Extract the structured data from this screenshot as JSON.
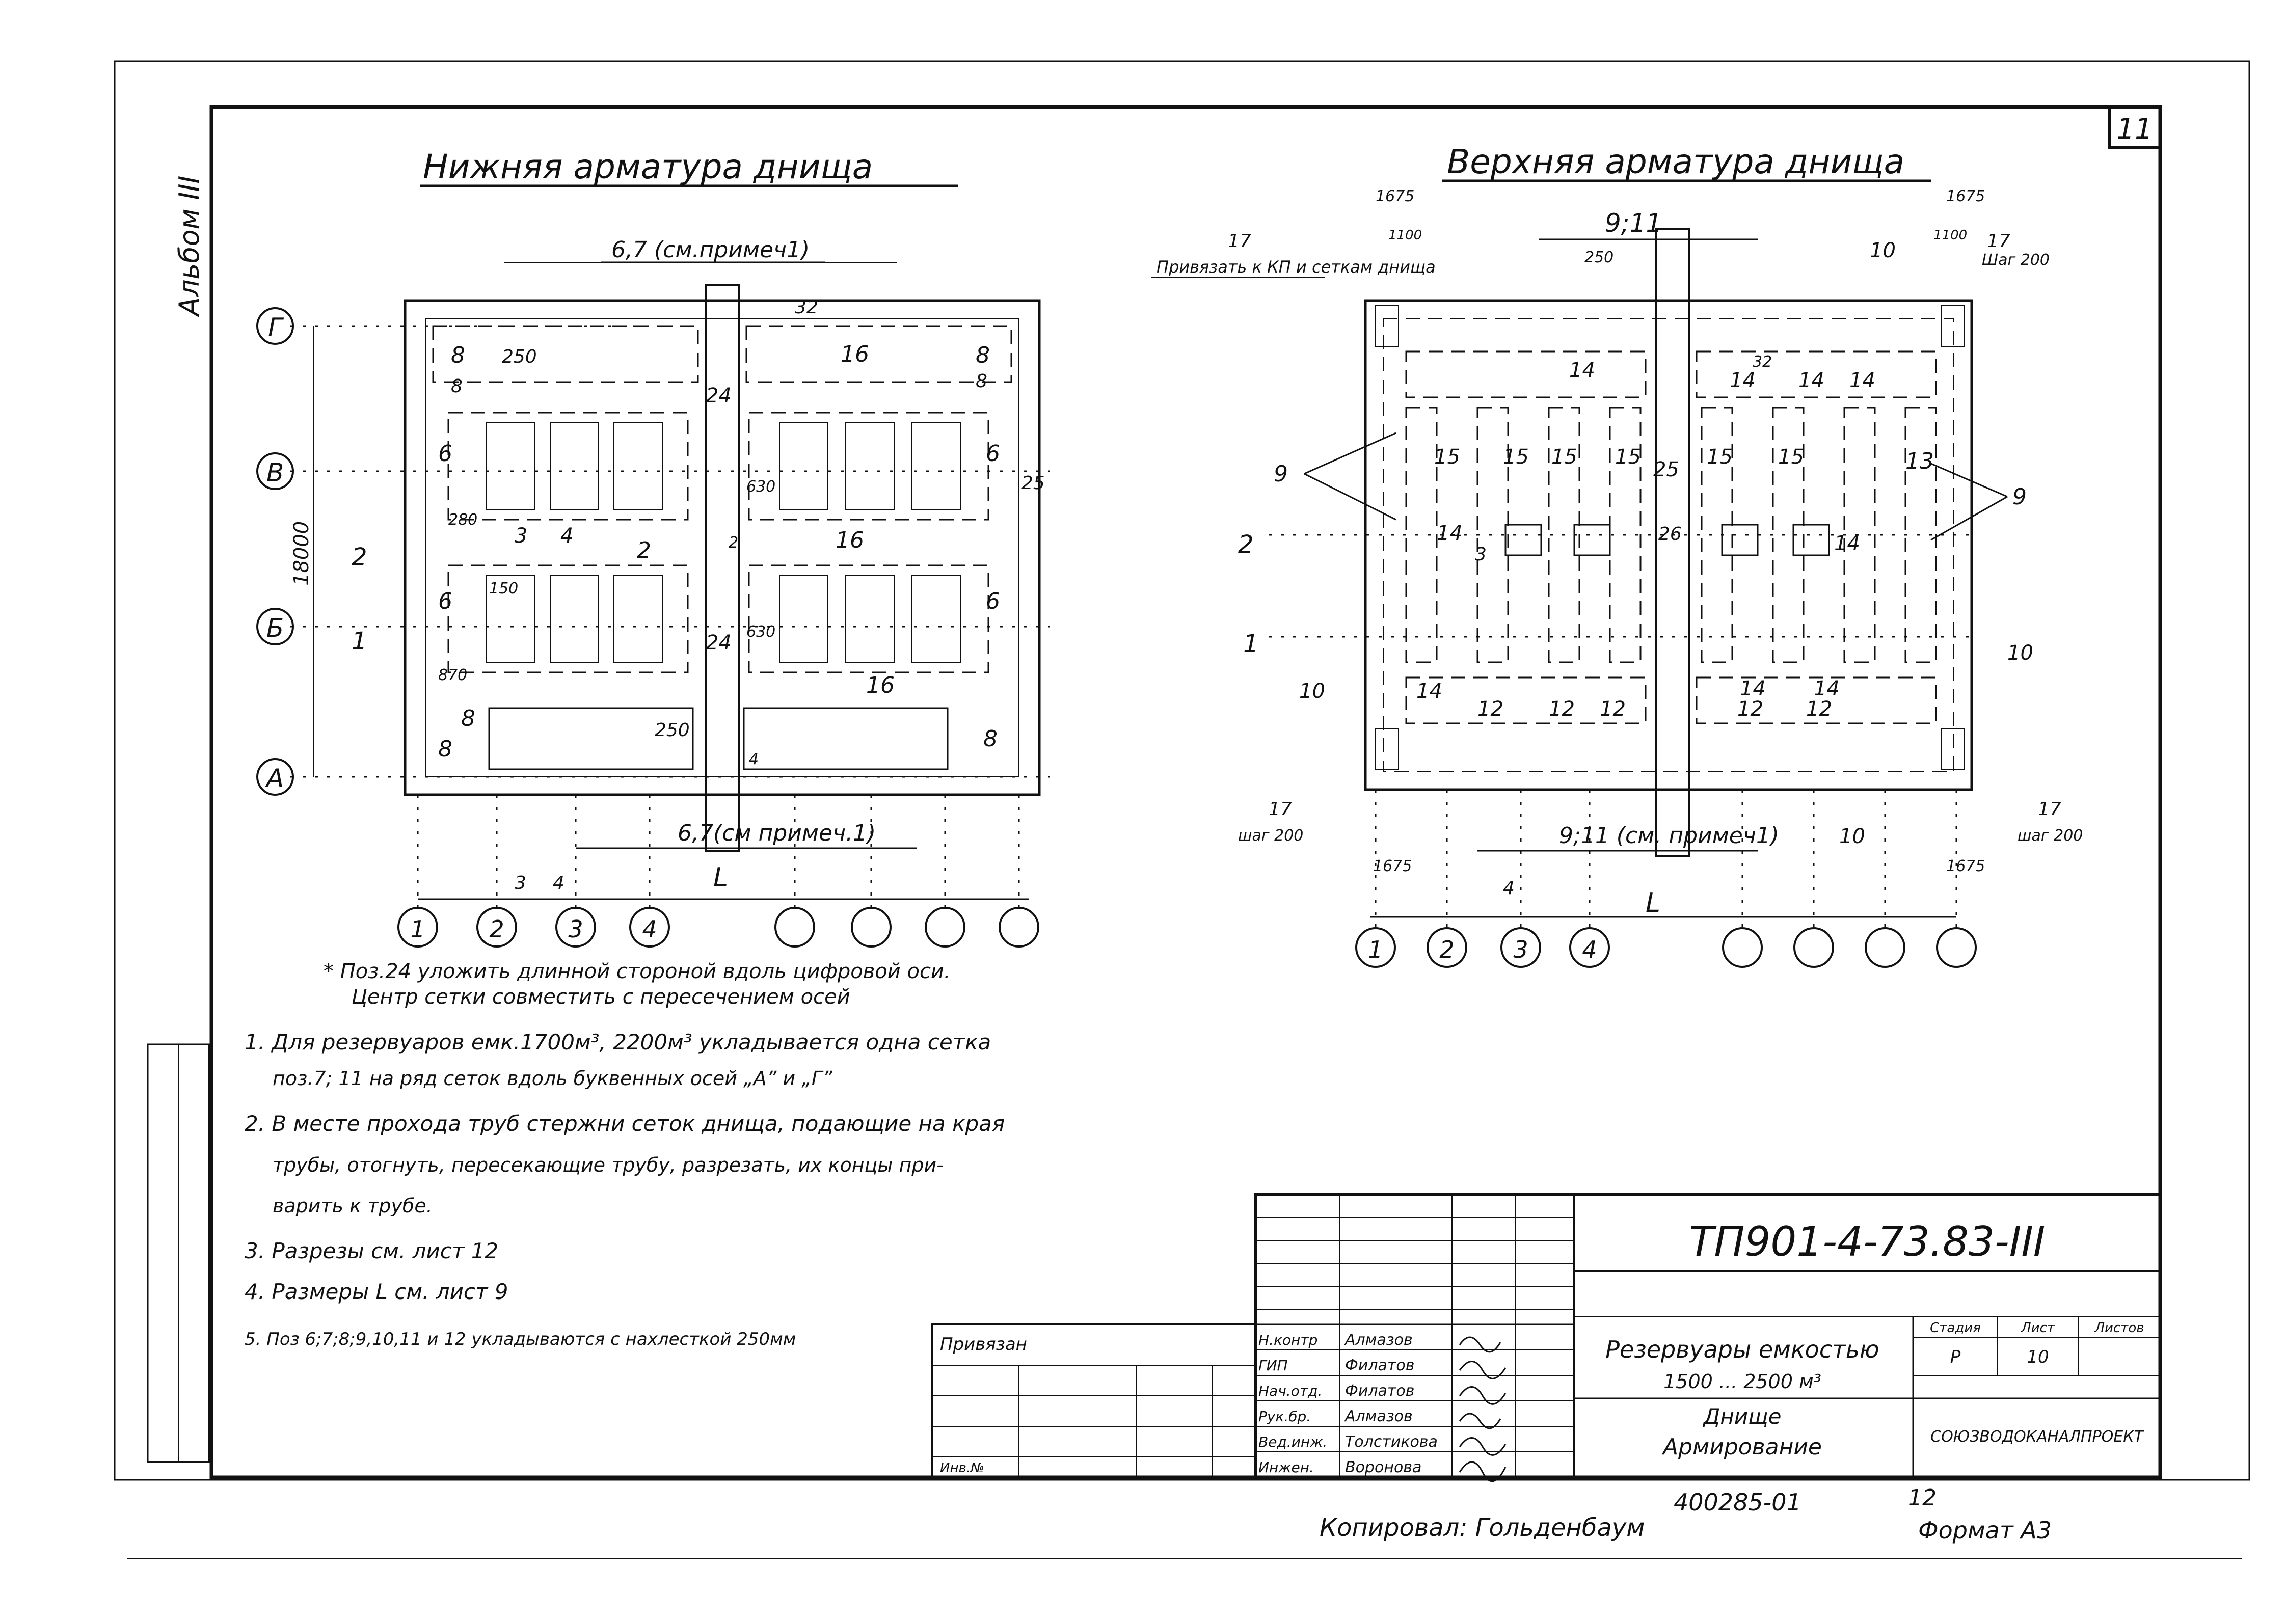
{
  "sheet_number": "11",
  "album_label": "Альбом III",
  "left_title": "Нижняя арматура днища",
  "right_title": "Верхняя арматура днища",
  "left_drawing": {
    "axis_letters": [
      "Г",
      "В",
      "Б",
      "А"
    ],
    "axis_numbers": [
      "1",
      "2",
      "3",
      "4",
      "",
      "",
      "",
      ""
    ],
    "callout_top": "6,7 (см.примеч1)",
    "callout_bottom": "6,7(см примеч.1)",
    "dim_overall": "18000",
    "dim_L": "L",
    "marks": [
      "8",
      "8",
      "8",
      "8",
      "8",
      "8",
      "8",
      "6",
      "6",
      "6",
      "6",
      "16",
      "16",
      "16",
      "24",
      "24",
      "250",
      "250",
      "2",
      "2",
      "1",
      "3",
      "4",
      "3",
      "4",
      "25",
      "32",
      "150",
      "280",
      "630",
      "630",
      "870",
      "2",
      "4"
    ]
  },
  "right_drawing": {
    "axis_numbers": [
      "1",
      "2",
      "3",
      "4",
      "",
      "",
      "",
      ""
    ],
    "callout_top": "9;11",
    "callout_bottom": "9;11 (см. примеч1)",
    "note_bind": "Привязать к КП и сеткам днища",
    "step_left": "шаг 200",
    "step_right": "шаг 200",
    "step_top_right": "Шаг 200",
    "dim_L": "L",
    "marks": [
      "17",
      "17",
      "17",
      "17",
      "9",
      "9",
      "10",
      "10",
      "10",
      "10",
      "13",
      "14",
      "14",
      "14",
      "14",
      "14",
      "14",
      "14",
      "14",
      "14",
      "15",
      "15",
      "15",
      "15",
      "15",
      "15",
      "12",
      "12",
      "12",
      "12",
      "12",
      "25",
      "26",
      "3",
      "4",
      "2",
      "1",
      "1675",
      "1675",
      "1675",
      "1675",
      "1100",
      "1100",
      "250",
      "32"
    ]
  },
  "note_star": "* Поз.24 уложить длинной стороной вдоль цифровой оси.",
  "note_star2": "Центр сетки совместить с пересечением осей",
  "notes": [
    "1. Для резервуаров емк.1700м³, 2200м³ укладывается одна сетка",
    "поз.7; 11 на ряд сеток вдоль буквенных осей „А” и „Г”",
    "2. В месте прохода труб стержни сеток днища, подающие на края",
    "трубы, отогнуть, пересекающие трубу, разрезать, их концы при-",
    "варить к трубе.",
    "3. Разрезы см. лист 12",
    "4. Размеры L см. лист 9",
    "5. Поз 6;7;8;9,10,11 и 12 укладываются с нахлесткой 250мм"
  ],
  "title_block": {
    "doc_code": "ТП901-4-73.83-III",
    "privyazan": "Привязан",
    "inv": "Инв.№",
    "roles": [
      "Н.контр",
      "ГИП",
      "Нач.отд.",
      "Рук.бр.",
      "Вед.инж.",
      "Инжен."
    ],
    "names": [
      "Алмазов",
      "Филатов",
      "Филатов",
      "Алмазов",
      "Толстикова",
      "Воронова"
    ],
    "object_title_1": "Резервуары емкостью",
    "object_title_2": "1500 ... 2500 м³",
    "sheet_title_1": "Днище",
    "sheet_title_2": "Армирование",
    "col_stage": "Стадия",
    "col_sheet": "Лист",
    "col_sheets": "Листов",
    "stage": "Р",
    "sheet": "10",
    "org": "СОЮЗВОДОКАНАЛПРОЕКТ"
  },
  "footer": {
    "copied": "Копировал: Гольденбаум",
    "order_number": "400285-01",
    "page_index": "12",
    "format": "Формат А3"
  }
}
